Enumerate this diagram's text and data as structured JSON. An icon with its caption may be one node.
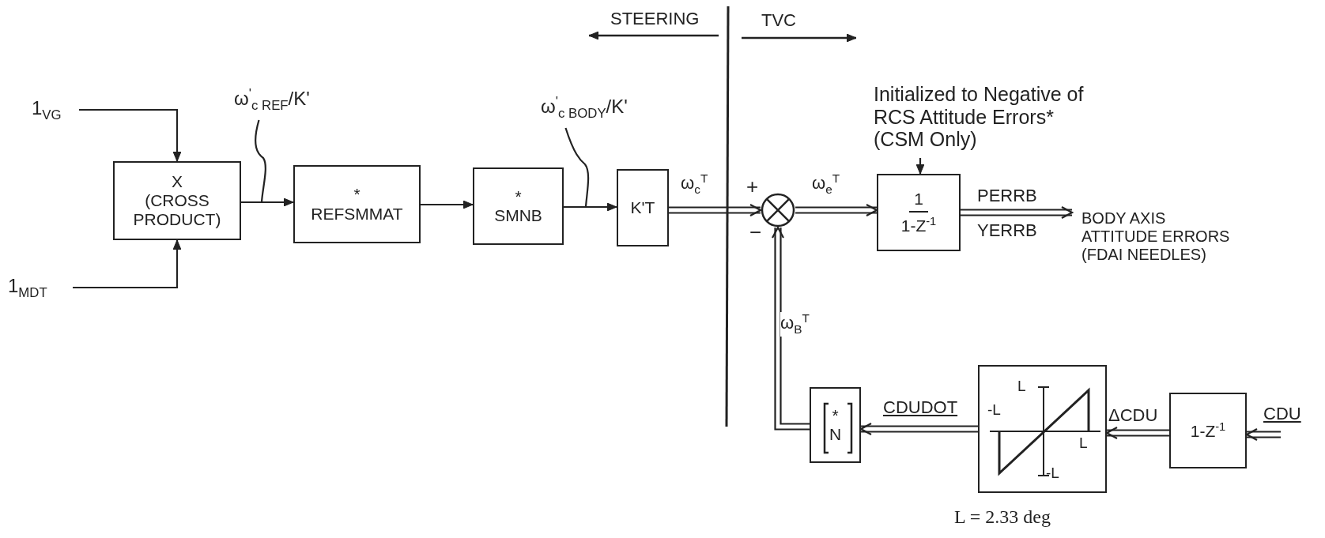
{
  "diagram": {
    "nodes": [
      {
        "text": [
          "1$_{VG}$"
        ]
      },
      {
        "text": [
          "1$_{MDT}$"
        ]
      },
      {
        "text": [
          "X",
          "(CROSS PRODUCT)"
        ]
      },
      {
        "text": [
          "*",
          "REFSMMAT"
        ]
      },
      {
        "text": [
          "*",
          "SMNB"
        ]
      },
      {
        "text": [
          "K'T"
        ]
      },
      {
        "text": [],
        "shape": "circle"
      },
      {
        "text": [
          "1",
          "1-Z$^{-1}$"
        ]
      },
      {
        "text": [
          "Initialized to Negative of RCS Attitude Errors* (CSM Only)"
        ]
      },
      {
        "text": [
          "BODY AXIS ATTITUDE ERRORS (FDAI NEEDLES)"
        ]
      },
      {
        "text": [
          "*",
          "N"
        ]
      },
      {
        "text": [
          "L",
          "-L",
          "L",
          "-L"
        ]
      },
      {
        "text": [
          "1-Z$^{-1}$"
        ]
      },
      {
        "text": [
          "ω$^{'}$$_{c REF}$/K'"
        ]
      },
      {
        "text": [
          "ω$^{'}$$_{c BODY}$/K'"
        ]
      }
    ],
    "edges": [
      {
        "from": 0,
        "to": 2,
        "arrow": "to"
      },
      {
        "from": 1,
        "to": 2,
        "arrow": "to"
      },
      {
        "from": 2,
        "to": 3,
        "arrow": "to"
      },
      {
        "from": 3,
        "to": 4,
        "arrow": "to"
      },
      {
        "from": 4,
        "to": 5,
        "arrow": "to"
      },
      {
        "from": 5,
        "to": 6,
        "arrow": "to",
        "label": "ω$_{c}$$^{T}$"
      },
      {
        "from": 6,
        "to": 7,
        "arrow": "to",
        "label": "ω$_{e}$$^{T}$"
      },
      {
        "from": 7,
        "to": 9,
        "arrow": "to",
        "label": "PERRB"
      },
      {
        "from": 8,
        "to": 7,
        "arrow": "to"
      },
      {
        "from": 10,
        "to": 6,
        "arrow": "to",
        "label": "ω$_{B}$$^{T}$"
      },
      {
        "from": 11,
        "to": 10,
        "arrow": "to",
        "label": "CDUDOT"
      },
      {
        "from": 12,
        "to": 11,
        "arrow": "to",
        "label": "ΔCDU"
      },
      {
        "from": null,
        "to": 12,
        "arrow": "to",
        "label": "CDU"
      },
      {
        "from": 13,
        "to": null,
        "arrow": "none"
      },
      {
        "from": 14,
        "to": null,
        "arrow": "none"
      }
    ],
    "labels": [
      "STEERING",
      "TVC",
      "+",
      "−",
      "YERRB",
      "L = 2.33 deg"
    ]
  }
}
